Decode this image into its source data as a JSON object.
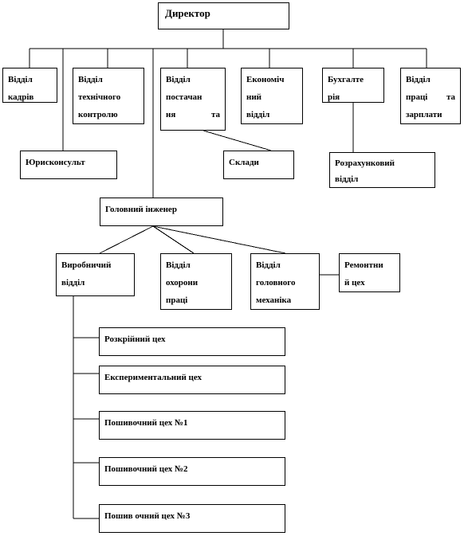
{
  "nodes": {
    "director": "Директор",
    "hr_dept": "Відділ\nкадрів",
    "tech_control": "Відділ\nтехнічного\nконтролю",
    "supply_dept": "Відділ\nпостачан\nня та",
    "economic_dept": "Економіч\nний\nвідділ",
    "accounting": "Бухгалте\nрія",
    "labor_dept": "Відділ\nпраці та\nзарплати",
    "legal_adviser": "Юрисконсульт",
    "warehouses": "Склади",
    "settlement_dept": "Розрахунковий\nвідділ",
    "chief_engineer": "Головний інженер",
    "production_dept": "Виробничий\nвідділ",
    "labor_protection": "Відділ\nохорони\nпраці",
    "chief_mechanic": "Відділ\nголовного\nмеханіка",
    "repair_shop": "Ремонтни\nй цех",
    "cutting_shop": "Розкрійний цех",
    "experimental_shop": "Експериментальний цех",
    "sewing_shop_1": "Пошивочний цех №1",
    "sewing_shop_2": "Пошивочний цех №2",
    "sewing_shop_3": "Пошив очний цех №3"
  }
}
